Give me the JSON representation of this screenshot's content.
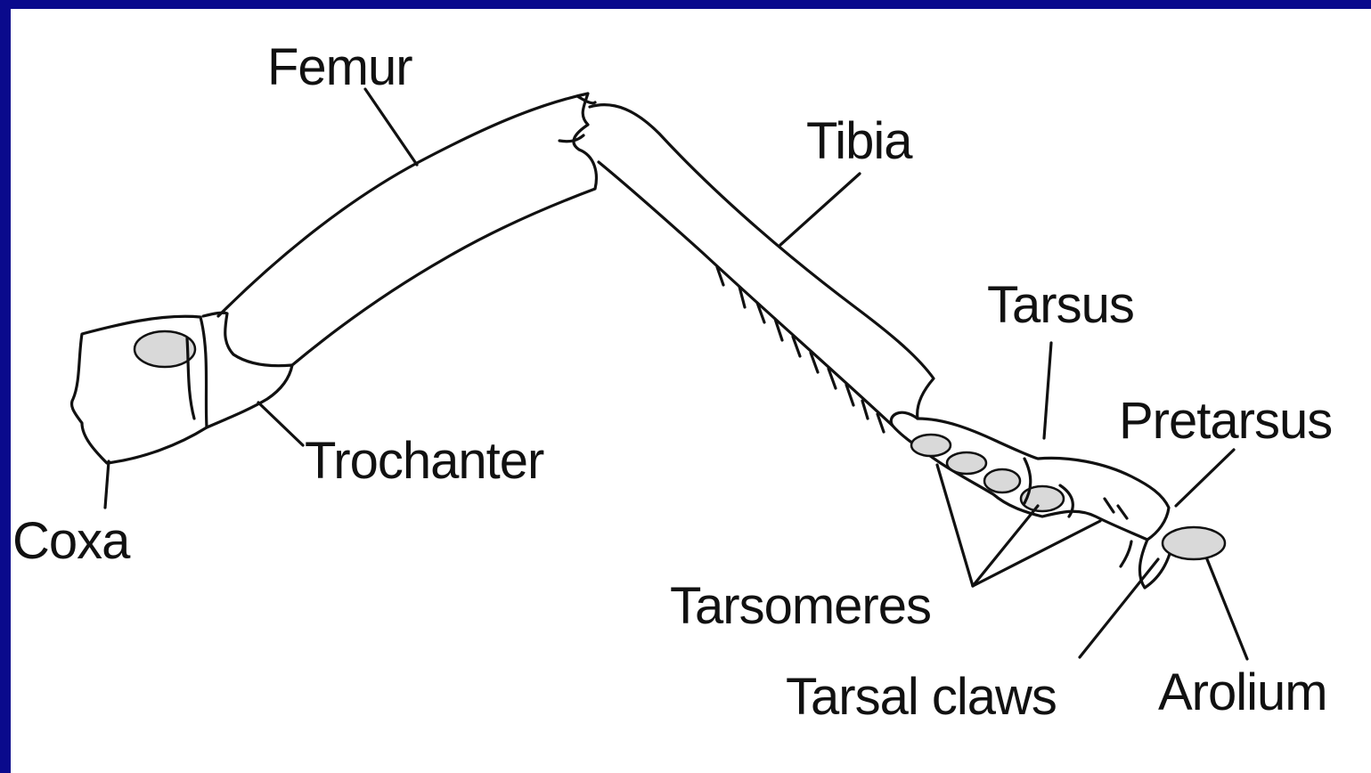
{
  "diagram": {
    "labels": {
      "femur": "Femur",
      "tibia": "Tibia",
      "tarsus": "Tarsus",
      "pretarsus": "Pretarsus",
      "trochanter": "Trochanter",
      "coxa": "Coxa",
      "tarsomeres": "Tarsomeres",
      "tarsal_claws": "Tarsal claws",
      "arolium": "Arolium"
    },
    "colors": {
      "frame": "#0a0a8c",
      "background": "#ffffff",
      "ink": "#111111"
    }
  }
}
